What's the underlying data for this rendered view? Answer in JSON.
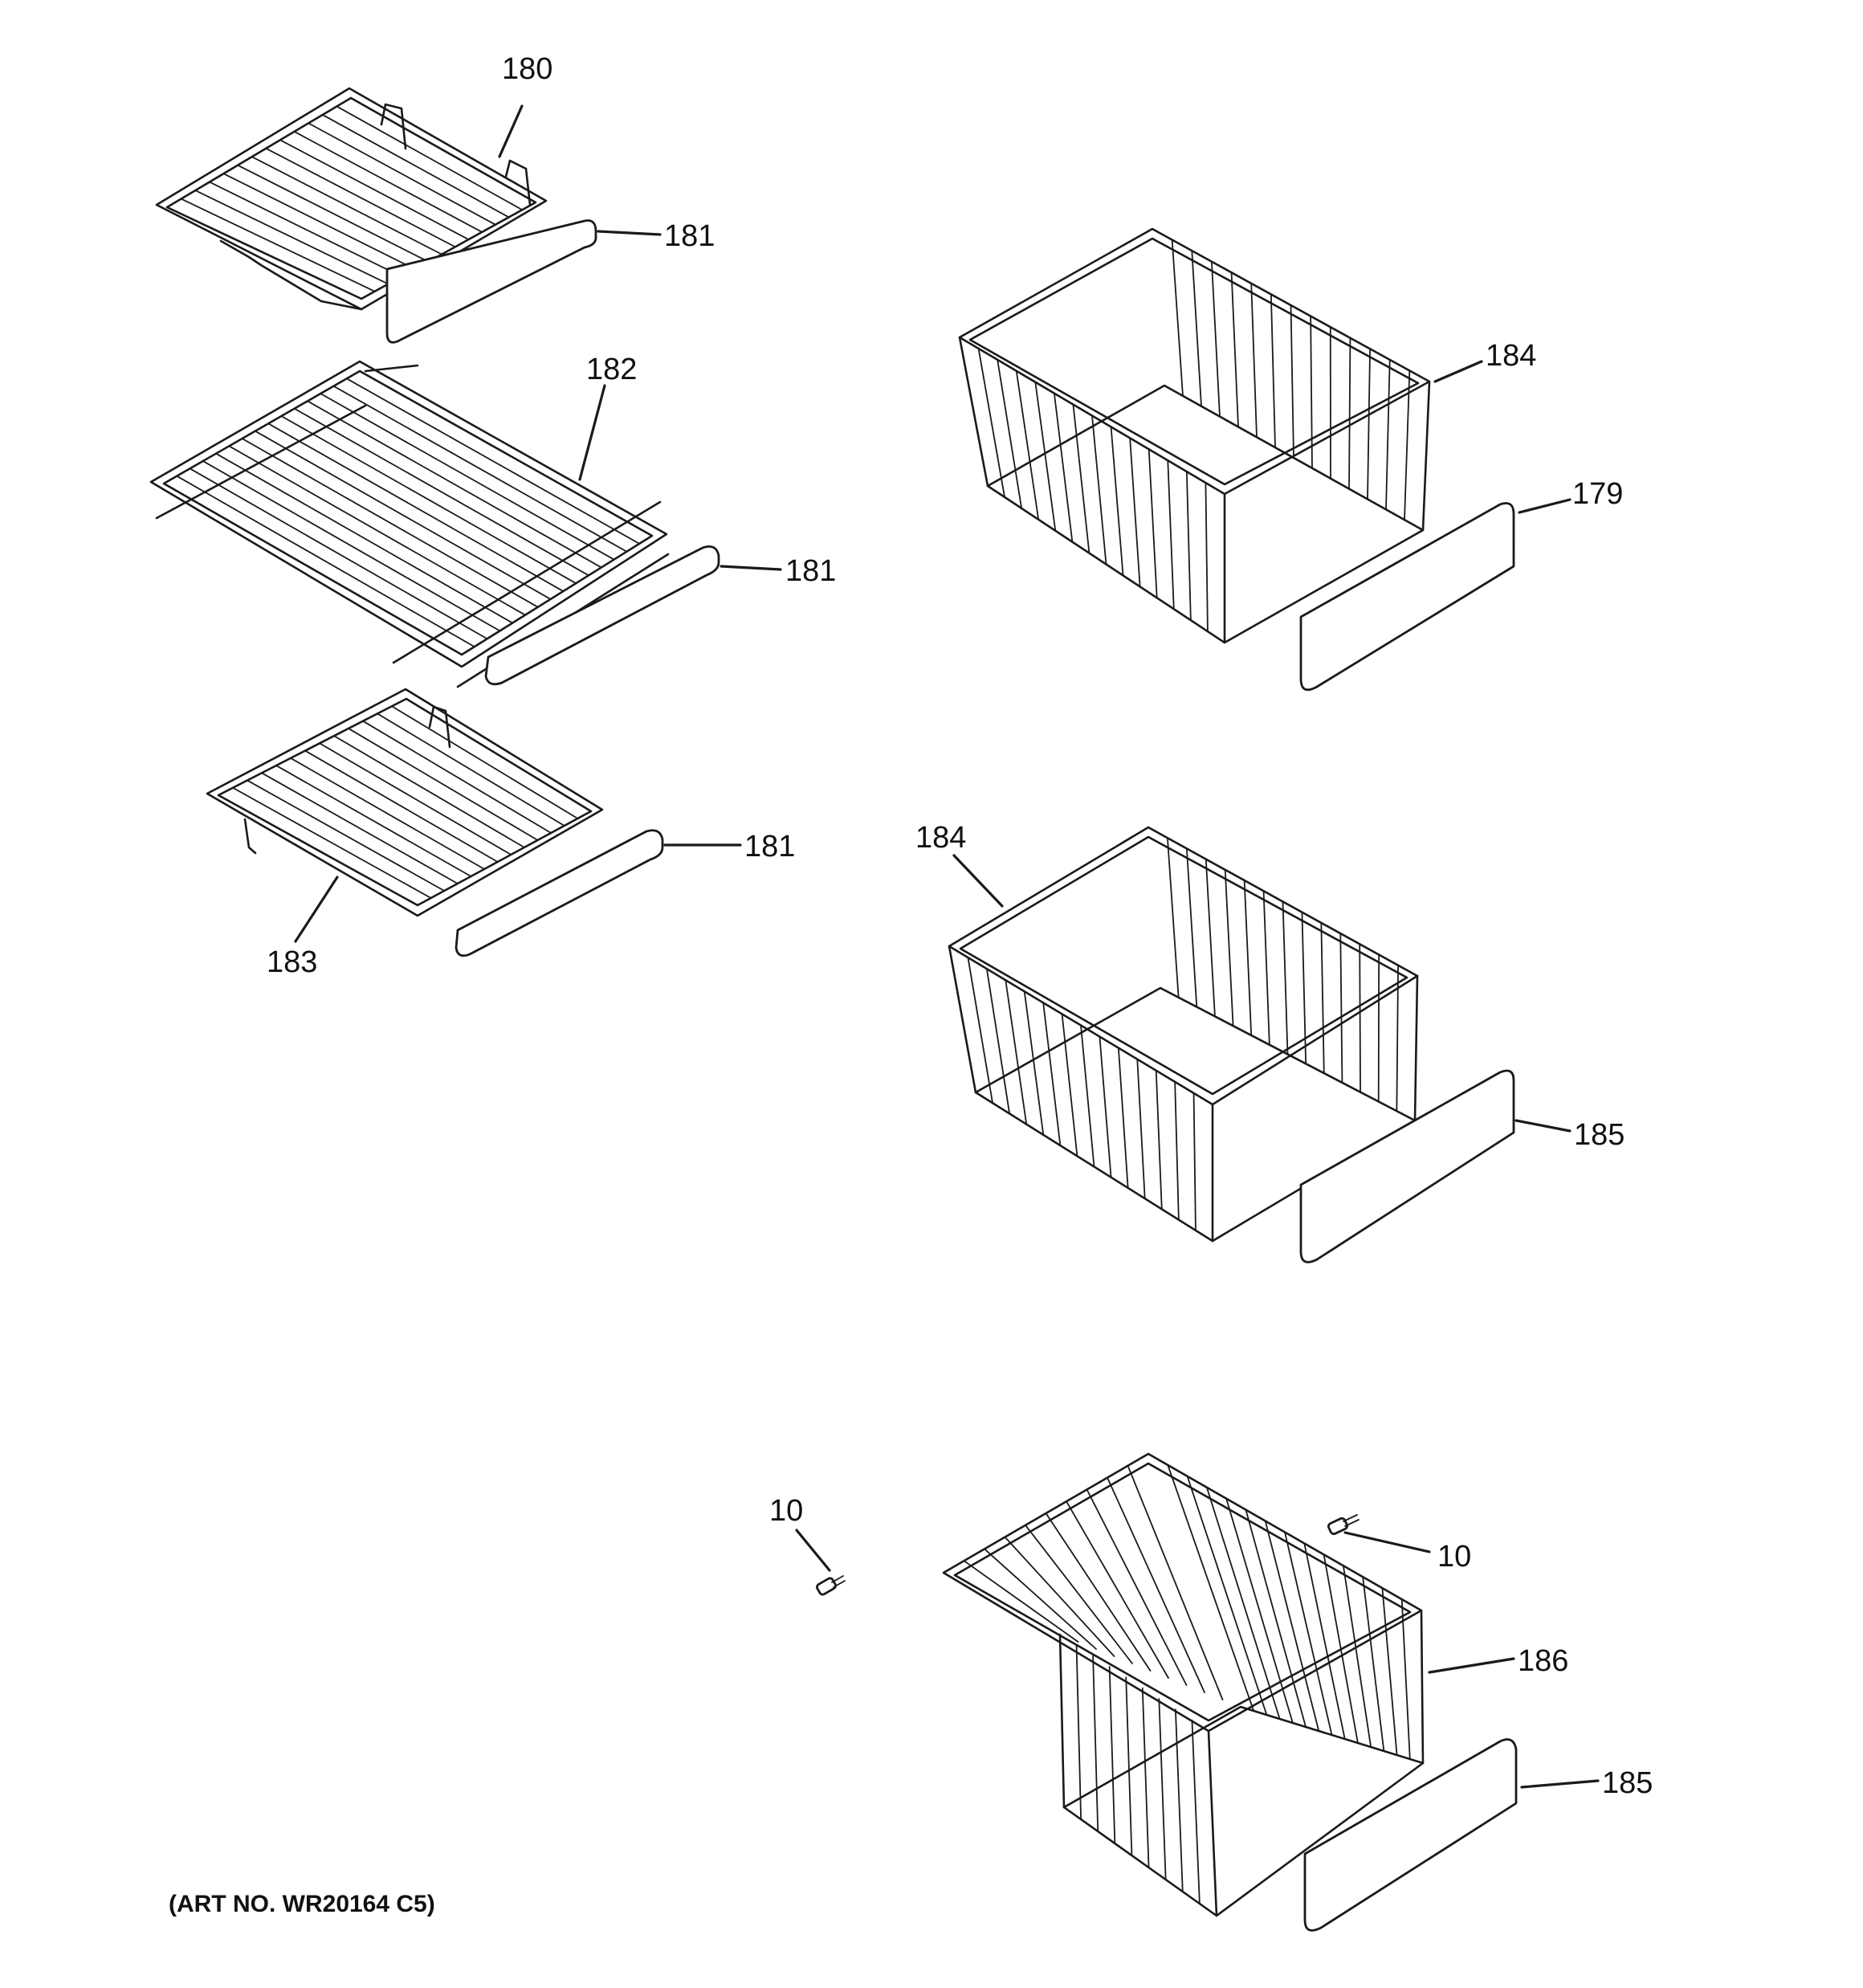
{
  "callouts": {
    "c180": "180",
    "c181a": "181",
    "c182": "182",
    "c181b": "181",
    "c181c": "181",
    "c183": "183",
    "c184a": "184",
    "c179": "179",
    "c184b": "184",
    "c185a": "185",
    "c10a": "10",
    "c10b": "10",
    "c186": "186",
    "c185b": "185"
  },
  "art_number": "(ART NO. WR20164 C5)"
}
